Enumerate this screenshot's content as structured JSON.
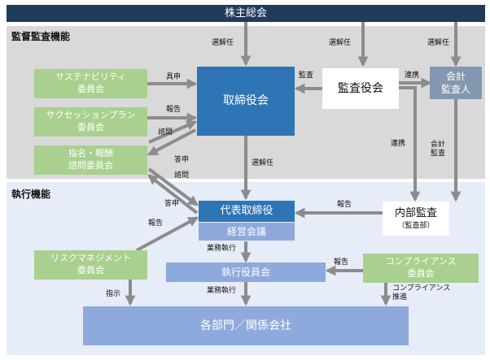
{
  "zones": {
    "supervision": "監督監査機能",
    "execution": "執行機能"
  },
  "nodes": {
    "shareholders": "株主総会",
    "sustainability": "サステナビリティ\n委員会",
    "succession": "サクセッションプラン\n委員会",
    "nomination": "指名・報酬\n諮問委員会",
    "board": "取締役会",
    "audit_board": "監査役会",
    "accounting_auditor": "会計\n監査人",
    "ceo": "代表取締役",
    "mgmt_meeting": "経営会議",
    "exec_officers": "執行役員会",
    "risk": "リスクマネジメント\n委員会",
    "compliance": "コンプライアンス\n委員会",
    "internal_audit": "内部監査",
    "internal_audit_dept": "（監査部）",
    "departments": "各部門／関係会社"
  },
  "edge_labels": {
    "elect_board": "選解任",
    "elect_audit": "選解任",
    "elect_acct": "選解任",
    "report_sust": "具申",
    "report_succ": "報告",
    "consult_nom": "諮問",
    "answer_nom": "答申",
    "audit": "監査",
    "coop_top": "連携",
    "coop_left": "連携",
    "acct_audit": "会計\n監査",
    "elect_ceo": "選解任",
    "consult_ceo": "諮問",
    "answer_ceo": "答申",
    "report_risk": "報告",
    "report_internal": "報告",
    "exec_duty1": "業務執行",
    "exec_duty2": "業務執行",
    "report_comp": "報告",
    "instruct": "指示",
    "comp_promo": "コンプライアンス\n推進"
  },
  "colors": {
    "navy": "#213b5c",
    "green": "#a9d08e",
    "board_blue": "#2e75b6",
    "steel": "#8497b0",
    "light_blue": "#8ea9db",
    "arrow_gray": "#8c8c8c"
  }
}
